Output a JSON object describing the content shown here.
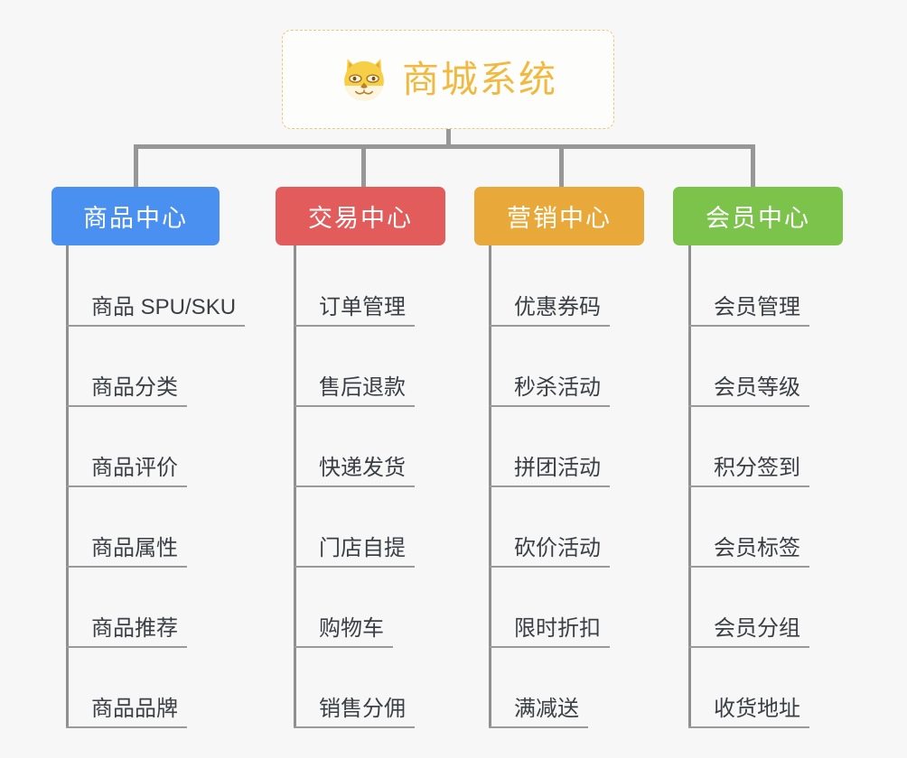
{
  "page": {
    "background_color": "#f7f7f7",
    "connector_color": "#909090"
  },
  "root": {
    "title": "商城系统",
    "icon": "shiba-dog-face-icon",
    "text_color": "#f0b93f",
    "border_color": "#edc87a",
    "border_style": "dashed"
  },
  "columns": [
    {
      "id": "product-center",
      "header": "商品中心",
      "color": "#4a90f0",
      "items": [
        "商品 SPU/SKU",
        "商品分类",
        "商品评价",
        "商品属性",
        "商品推荐",
        "商品品牌"
      ]
    },
    {
      "id": "trade-center",
      "header": "交易中心",
      "color": "#e35c5c",
      "items": [
        "订单管理",
        "售后退款",
        "快递发货",
        "门店自提",
        "购物车",
        "销售分佣"
      ]
    },
    {
      "id": "marketing-center",
      "header": "营销中心",
      "color": "#e8a93a",
      "items": [
        "优惠券码",
        "秒杀活动",
        "拼团活动",
        "砍价活动",
        "限时折扣",
        "满减送"
      ]
    },
    {
      "id": "member-center",
      "header": "会员中心",
      "color": "#7cc34c",
      "items": [
        "会员管理",
        "会员等级",
        "积分签到",
        "会员标签",
        "会员分组",
        "收货地址"
      ]
    }
  ]
}
